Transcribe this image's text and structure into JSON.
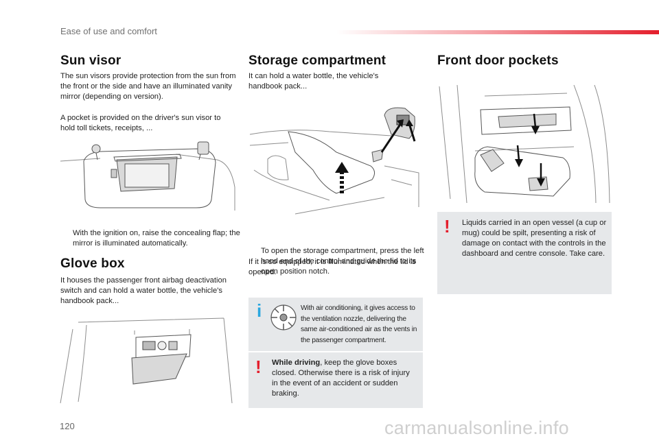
{
  "header": {
    "title": "Ease of use and comfort"
  },
  "page_number": "120",
  "watermark": "carmanualsonline.info",
  "sun_visor": {
    "title": "Sun visor",
    "body": [
      "The sun visors provide protection from the sun from the front or the side and have an illuminated vanity mirror (depending on version).",
      "A pocket is provided on the driver's sun visor to hold toll tickets, receipts, ..."
    ],
    "bullet_marker": "",
    "bullet": "With the ignition on, raise the concealing flap; the mirror is illuminated automatically."
  },
  "glove_box": {
    "title": "Glove box",
    "body": "It houses the passenger front airbag deactivation switch and can hold a water bottle, the vehicle's handbook pack..."
  },
  "storage": {
    "title": "Storage compartment",
    "body": "It can hold a water bottle, the vehicle's handbook pack...",
    "bullet_marker": "",
    "bullet": "To open the storage compartment, press the left hand end of the control and guide the lid to its open position notch.",
    "after": "If it is so equipped, it is illuminated when the lid is opened."
  },
  "info_box": {
    "mark": "i",
    "text": "With air conditioning, it gives access to the ventilation nozzle, delivering the same air-conditioned air as the vents in the passenger compartment."
  },
  "warning_driving": {
    "mark": "!",
    "bold": "While driving",
    "rest": ", keep the glove boxes closed. Otherwise there is a risk of injury in the event of an accident or sudden braking."
  },
  "door_pockets": {
    "title": "Front door pockets"
  },
  "warning_liquids": {
    "mark": "!",
    "text": "Liquids carried in an open vessel (a cup or mug) could be spilt, presenting a risk of damage on contact with the controls in the dashboard and centre console. Take care."
  },
  "colors": {
    "accent_red": "#e41e2c",
    "info_blue": "#2aa7df",
    "box_gray": "#e6e8ea"
  }
}
